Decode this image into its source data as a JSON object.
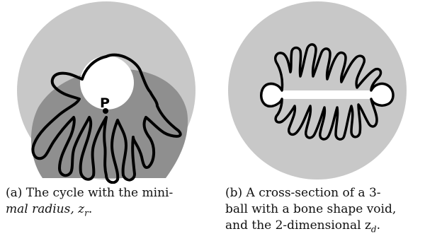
{
  "figure_a": {
    "point_label": "P",
    "caption_lines": [
      "(a) The cycle with the mini-",
      "mal radius, z"
    ],
    "caption_sub": "r",
    "caption_end": "."
  },
  "figure_b": {
    "caption_lines": [
      "(b) A cross-section of a 3-",
      "ball with a bone shape void,",
      "and the 2-dimensional z"
    ],
    "caption_sub": "d",
    "caption_end": "."
  },
  "colors": {
    "ball": "#c8c8c8",
    "inner_region": "#8f8f8f",
    "void": "#ffffff",
    "curve": "#000000"
  }
}
